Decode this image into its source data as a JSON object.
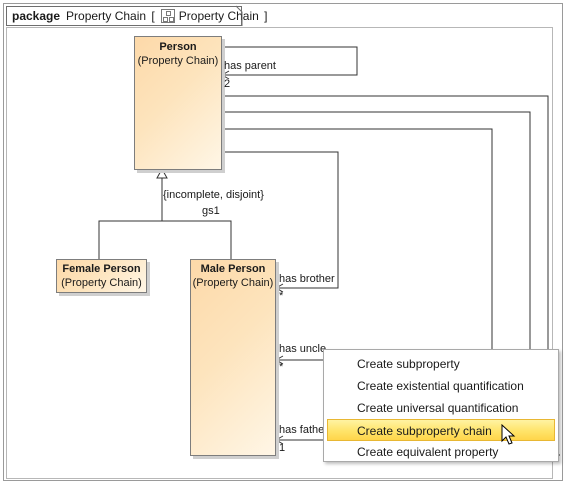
{
  "package": {
    "keyword": "package",
    "name": "Property Chain",
    "bracket_open": "[",
    "diagram_icon": "class-diagram-icon",
    "diagram_name": "Property Chain",
    "bracket_close": "]"
  },
  "classes": {
    "person": {
      "name": "Person",
      "stereotype": "(Property Chain)"
    },
    "female_person": {
      "name": "Female Person",
      "stereotype": "(Property Chain)"
    },
    "male_person": {
      "name": "Male Person",
      "stereotype": "(Property Chain)"
    }
  },
  "generalization": {
    "constraint": "{incomplete, disjoint}",
    "set_name": "gs1"
  },
  "associations": {
    "has_parent": {
      "label": "has parent",
      "multiplicity": "2"
    },
    "has_brother": {
      "label": "has brother",
      "multiplicity": "*"
    },
    "has_uncle": {
      "label": "has uncle",
      "multiplicity": "*"
    },
    "has_father": {
      "label": "has fathe",
      "multiplicity": "1"
    }
  },
  "context_menu": {
    "items": [
      "Create subproperty",
      "Create existential quantification",
      "Create universal quantification",
      "Create subproperty chain",
      "Create equivalent property"
    ],
    "active_index": 3
  },
  "colors": {
    "class_fill_start": "#fdd9a9",
    "class_fill_end": "#fff6e6",
    "menu_highlight": "#ffe46a"
  }
}
